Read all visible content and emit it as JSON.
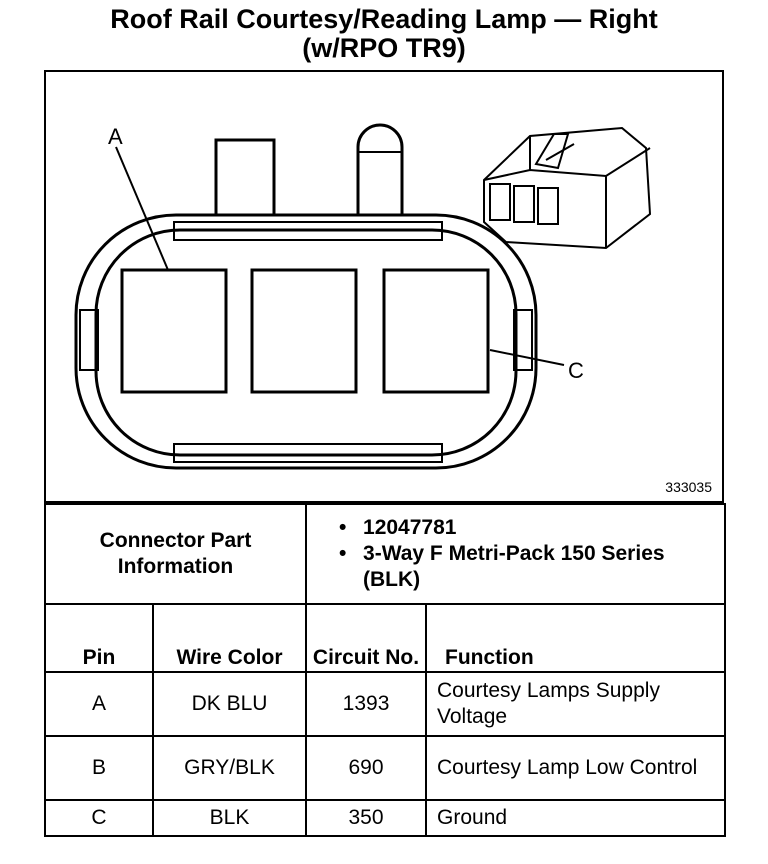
{
  "title": {
    "line1": "Roof Rail Courtesy/Reading Lamp — Right",
    "line2": "(w/RPO TR9)"
  },
  "figure": {
    "callout_a": "A",
    "callout_c": "C",
    "figure_number": "333035"
  },
  "connector_info": {
    "label": "Connector Part Information",
    "items": [
      "12047781",
      "3-Way F Metri-Pack 150 Series (BLK)"
    ]
  },
  "table": {
    "headers": [
      "Pin",
      "Wire Color",
      "Circuit No.",
      "Function"
    ],
    "rows": [
      {
        "pin": "A",
        "color": "DK BLU",
        "circuit": "1393",
        "function": "Courtesy Lamps Supply Voltage"
      },
      {
        "pin": "B",
        "color": "GRY/BLK",
        "circuit": "690",
        "function": "Courtesy Lamp Low Control"
      },
      {
        "pin": "C",
        "color": "BLK",
        "circuit": "350",
        "function": "Ground"
      }
    ]
  }
}
